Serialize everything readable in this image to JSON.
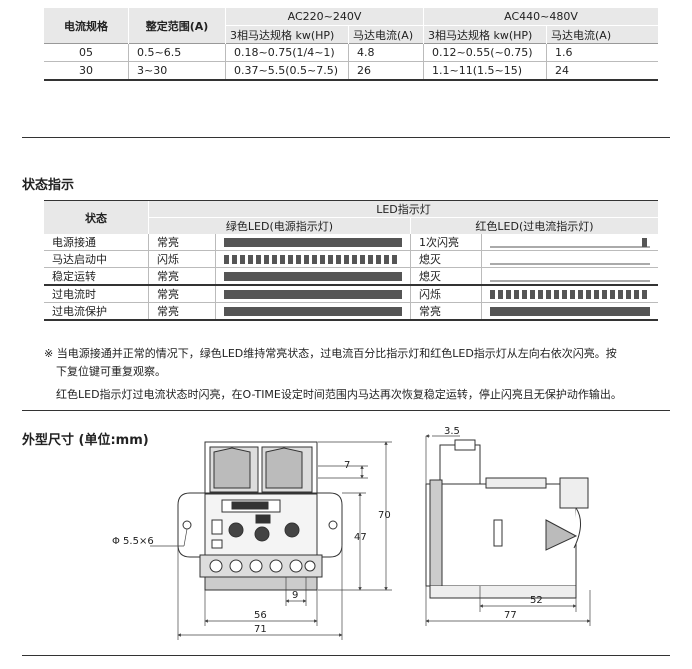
{
  "spec_table": {
    "col_current": "电流规格",
    "col_range": "整定范围(A)",
    "group_220": "AC220~240V",
    "group_440": "AC440~480V",
    "sub_hp": "3相马达规格 kw(HP)",
    "sub_current": "马达电流(A)",
    "rows": [
      {
        "spec": "05",
        "range": "0.5~6.5",
        "hp220": "0.18~0.75(1/4~1)",
        "cur220": "4.8",
        "hp440": "0.12~0.55(~0.75)",
        "cur440": "1.6"
      },
      {
        "spec": "30",
        "range": "3~30",
        "hp220": "0.37~5.5(0.5~7.5)",
        "cur220": "26",
        "hp440": "1.1~11(1.5~15)",
        "cur440": "24"
      }
    ]
  },
  "status_section": {
    "title": "状态指示",
    "col_status": "状态",
    "col_led": "LED指示灯",
    "col_green": "绿色LED(电源指示灯)",
    "col_red": "红色LED(过电流指示灯)",
    "rows": [
      {
        "state": "电源接通",
        "green": "常亮",
        "green_pattern": "solid",
        "red": "1次闪亮",
        "red_pattern": "single"
      },
      {
        "state": "马达启动中",
        "green": "闪烁",
        "green_pattern": "blink",
        "red": "熄灭",
        "red_pattern": "off"
      },
      {
        "state": "稳定运转",
        "green": "常亮",
        "green_pattern": "solid",
        "red": "熄灭",
        "red_pattern": "off"
      },
      {
        "state": "过电流时",
        "green": "常亮",
        "green_pattern": "solid",
        "red": "闪烁",
        "red_pattern": "blink"
      },
      {
        "state": "过电流保护",
        "green": "常亮",
        "green_pattern": "solid",
        "red": "常亮",
        "red_pattern": "solid"
      }
    ],
    "note1": "※ 当电源接通并正常的情况下，绿色LED维持常亮状态，过电流百分比指示灯和红色LED指示灯从左向右依次闪亮。按",
    "note2": "下复位键可重复观察。",
    "note3": "红色LED指示灯过电流状态时闪亮，在O-TIME设定时间范围内马达再次恢复稳定运转，停止闪亮且无保护动作输出。"
  },
  "dimensions_section": {
    "title": "外型尺寸 (单位:mm)",
    "labels": {
      "hole": "Φ 5.5×6",
      "d7": "7",
      "d70": "70",
      "d47": "47",
      "d9": "9",
      "d56": "56",
      "d71": "71",
      "d3_5": "3.5",
      "d52": "52",
      "d77": "77"
    }
  }
}
